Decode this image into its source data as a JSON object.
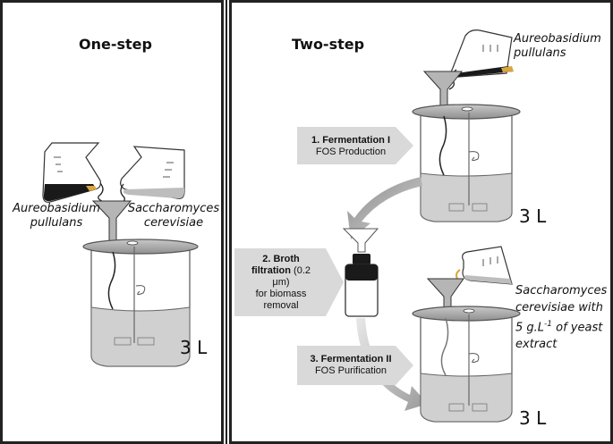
{
  "panels": {
    "left": {
      "title": "One-step"
    },
    "right": {
      "title": "Two-step"
    }
  },
  "labels": {
    "aureobasidium_line1": "Aureobasidium",
    "aureobasidium_line2": "pullulans",
    "saccharomyces_line1": "Saccharomyces",
    "saccharomyces_line2": "cerevisiae",
    "volume": "3 L",
    "sc_extract_line1": "Saccharomyces",
    "sc_extract_line2": "cerevisiae with",
    "sc_extract_line3_pre": "5 g.L",
    "sc_extract_sup": "-1",
    "sc_extract_line3_post": " of yeast",
    "sc_extract_line4": "extract"
  },
  "steps": {
    "step1_title": "1. Fermentation I",
    "step1_sub": "FOS Production",
    "step2_title_a": "2. Broth",
    "step2_title_b": "filtration",
    "step2_paren_a": " (0.2",
    "step2_paren_b": "μm)",
    "step2_sub_a": "for biomass",
    "step2_sub_b": "removal",
    "step3_title": "3. Fermentation II",
    "step3_sub": "FOS Purification"
  },
  "colors": {
    "panel_border": "#333333",
    "arrow_fill": "#d9d9d9",
    "vessel_lid": "#a6a6a6",
    "liquid": "#d0d0d0",
    "broth_dark": "#1a1a1a",
    "broth_amber": "#d9a441"
  }
}
